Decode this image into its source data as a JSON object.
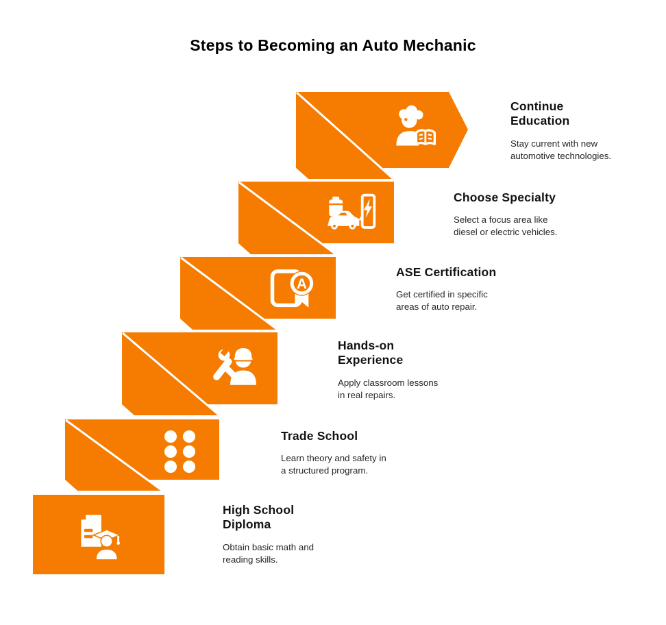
{
  "page": {
    "title": "Steps to Becoming an Auto Mechanic"
  },
  "colors": {
    "accent": "#F57C00",
    "background": "#FFFFFF",
    "icon": "#FFFFFF",
    "title_text": "#000000",
    "step_title_text": "#121212",
    "description_text": "#262626"
  },
  "steps": [
    {
      "order_on_screen": 1,
      "title": "Continue\nEducation",
      "description": "Stay current with new\nautomotive technologies.",
      "icon": "person-reading-book-icon"
    },
    {
      "order_on_screen": 2,
      "title": "Choose Specialty",
      "description": "Select a focus area like\ndiesel or electric vehicles.",
      "icon": "ev-charging-icon"
    },
    {
      "order_on_screen": 3,
      "title": "ASE Certification",
      "description": "Get certified in specific\nareas of auto repair.",
      "icon": "certificate-badge-icon",
      "icon_letter": "A"
    },
    {
      "order_on_screen": 4,
      "title": "Hands-on\nExperience",
      "description": "Apply classroom lessons\nin real repairs.",
      "icon": "mechanic-worker-icon"
    },
    {
      "order_on_screen": 5,
      "title": "Trade School",
      "description": "Learn theory and safety in\na structured program.",
      "icon": "dots-grid-icon"
    },
    {
      "order_on_screen": 6,
      "title": "High School\nDiploma",
      "description": "Obtain basic math and\nreading skills.",
      "icon": "diploma-graduate-icon"
    }
  ]
}
